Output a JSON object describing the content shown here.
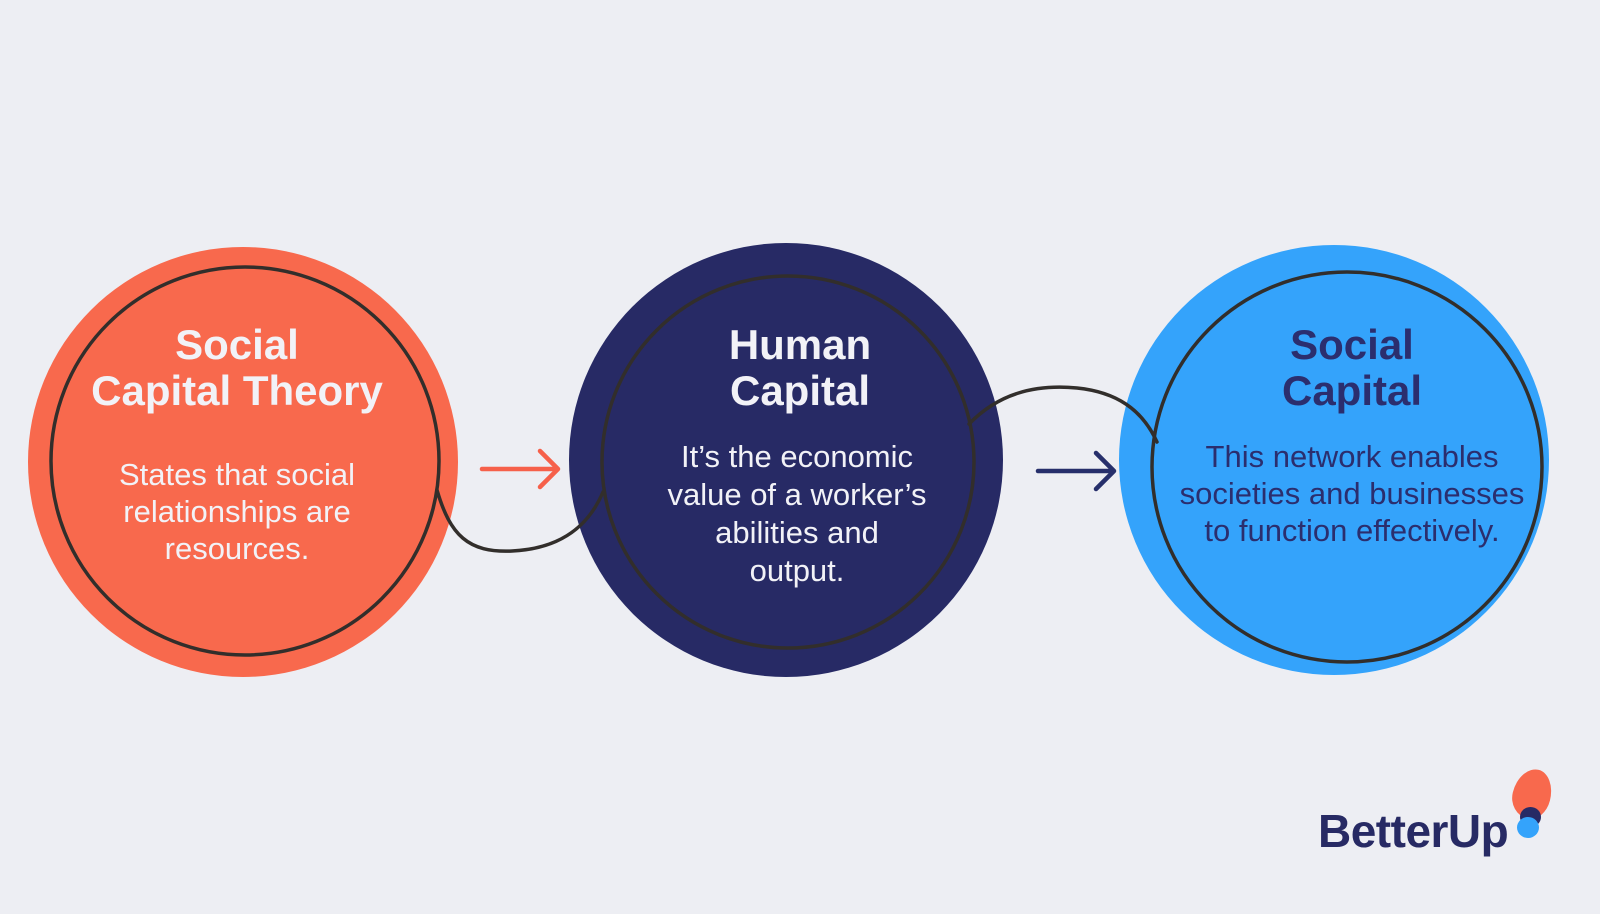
{
  "colors": {
    "background": "#EDEEF3",
    "orange": "#F8694D",
    "navy": "#272A65",
    "blue": "#34A3FB",
    "line": "#322E2B",
    "arrow_orange": "#F6604A",
    "arrow_navy": "#272F6B",
    "text_light": "#F2F2F7",
    "text_dark": "#2B2E6E",
    "logo_navy": "#272A64"
  },
  "diagram": {
    "steps": [
      {
        "id": "social-capital-theory",
        "title": "Social\nCapital Theory",
        "description": "States that social\nrelationships are\nresources.",
        "circle_color": "#F8694D",
        "text_color": "#F2F2F7"
      },
      {
        "id": "human-capital",
        "title": "Human\nCapital",
        "description": "It’s the economic\nvalue of a worker’s\nabilities and\noutput.",
        "circle_color": "#272A65",
        "text_color": "#F2F2F7"
      },
      {
        "id": "social-capital",
        "title": "Social\nCapital",
        "description": "This network enables\nsocieties and businesses\nto function effectively.",
        "circle_color": "#34A3FB",
        "text_color": "#2B2E6E"
      }
    ],
    "connectors": [
      {
        "type": "right-arrow",
        "color": "#F6604A",
        "from": "social-capital-theory",
        "to": "human-capital"
      },
      {
        "type": "right-arrow",
        "color": "#272F6B",
        "from": "human-capital",
        "to": "social-capital"
      }
    ]
  },
  "branding": {
    "logo_text": "BetterUp"
  }
}
